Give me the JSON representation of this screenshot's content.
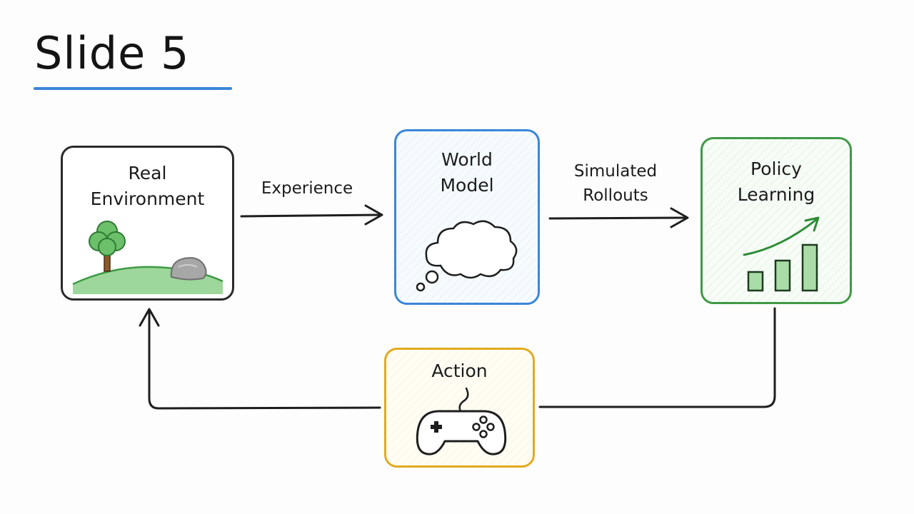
{
  "slide": {
    "title": "Slide 5",
    "accent_color": "#3a86d8"
  },
  "nodes": {
    "real_environment": {
      "label_line1": "Real",
      "label_line2": "Environment",
      "border_color": "#2a2a2a",
      "icon": "landscape-tree-rock-icon"
    },
    "world_model": {
      "label_line1": "World",
      "label_line2": "Model",
      "border_color": "#3a86d8",
      "icon": "thought-cloud-icon"
    },
    "policy_learning": {
      "label_line1": "Policy",
      "label_line2": "Learning",
      "border_color": "#3f9a45",
      "icon": "growth-bar-chart-icon"
    },
    "action": {
      "label": "Action",
      "border_color": "#e2aa1e",
      "icon": "gamepad-icon"
    }
  },
  "edges": {
    "experience": {
      "label": "Experience"
    },
    "simulated_rollouts": {
      "label_line1": "Simulated",
      "label_line2": "Rollouts"
    }
  }
}
